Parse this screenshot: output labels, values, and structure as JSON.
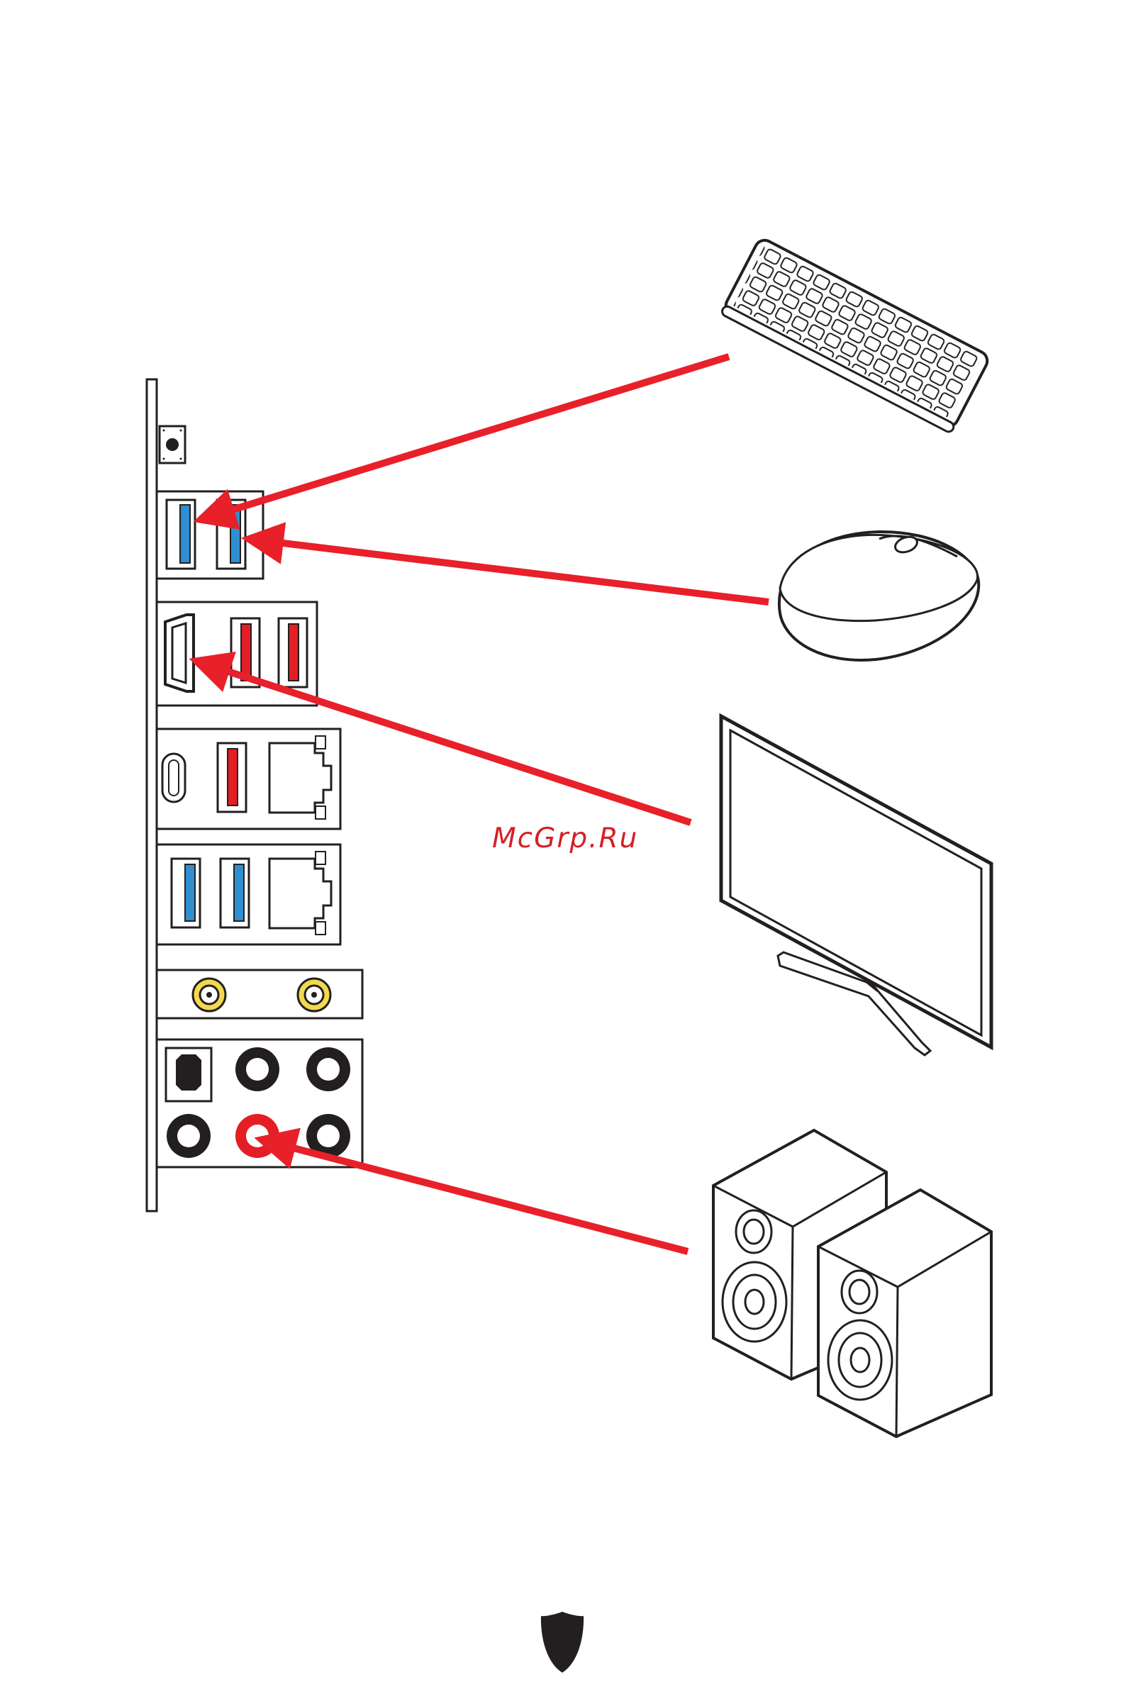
{
  "watermark": "McGrp.Ru",
  "colors": {
    "arrow": "#e8202a",
    "usb_blue": "#2f8fd0",
    "usb_red": "#e31e24",
    "outline": "#231f20",
    "antenna_gold": "#f2d94e",
    "logo": "#231f20"
  },
  "io_panel": {
    "ports": [
      "clear-cmos-button",
      "usb-port-blue",
      "usb-port-blue",
      "hdmi-port",
      "usb-port-red",
      "usb-port-red",
      "usb-type-c-port",
      "usb-port-red",
      "lan-port",
      "usb-port-blue",
      "usb-port-blue",
      "lan-port",
      "wifi-antenna-connector",
      "wifi-antenna-connector",
      "optical-spdif-port",
      "audio-jack",
      "audio-jack",
      "audio-jack",
      "audio-line-out-jack",
      "audio-jack"
    ]
  },
  "devices": [
    "keyboard",
    "mouse",
    "monitor",
    "speakers"
  ],
  "connections": [
    {
      "from": "keyboard",
      "to": "usb-port-blue"
    },
    {
      "from": "mouse",
      "to": "usb-port-blue"
    },
    {
      "from": "monitor",
      "to": "hdmi-port"
    },
    {
      "from": "speakers",
      "to": "audio-line-out-jack"
    }
  ],
  "footer_icon": "shield-logo-icon"
}
